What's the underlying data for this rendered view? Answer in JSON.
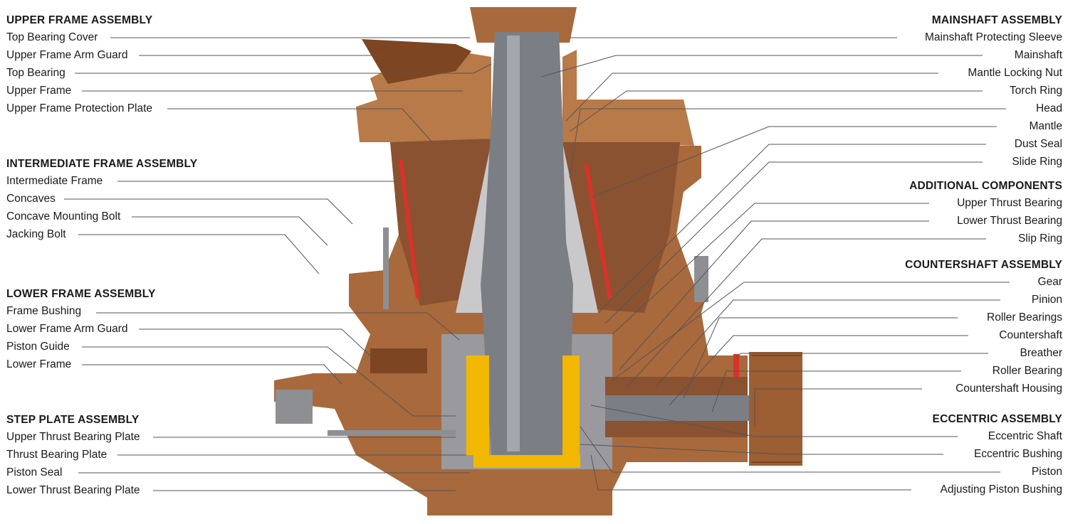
{
  "left_groups": [
    {
      "title": "UPPER  FRAME  ASSEMBLY",
      "items": [
        "Top Bearing Cover",
        "Upper Frame Arm Guard",
        "Top Bearing",
        "Upper Frame",
        "Upper Frame Protection Plate"
      ]
    },
    {
      "title": "INTERMEDIATE  FRAME ASSEMBLY",
      "items": [
        "Intermediate Frame",
        "Concaves",
        "Concave Mounting Bolt",
        "Jacking Bolt"
      ]
    },
    {
      "title": "LOWER FRAME ASSEMBLY",
      "items": [
        "Frame Bushing",
        "Lower Frame Arm Guard",
        "Piston Guide",
        "Lower Frame"
      ]
    },
    {
      "title": "STEP PLATE  ASSEMBLY",
      "items": [
        "Upper Thrust Bearing Plate",
        "Thrust Bearing Plate",
        "Piston Seal",
        "Lower Thrust Bearing Plate"
      ]
    }
  ],
  "right_groups": [
    {
      "title": "MAINSHAFT  ASSEMBLY",
      "items": [
        "Mainshaft Protecting Sleeve",
        "Mainshaft",
        "Mantle Locking Nut",
        "Torch Ring",
        "Head",
        "Mantle",
        "Dust Seal",
        "Slide Ring"
      ]
    },
    {
      "title": "ADDITIONAL COMPONENTS",
      "items": [
        "Upper Thrust  Bearing",
        "Lower Thrust  Bearing",
        "Slip Ring"
      ]
    },
    {
      "title": "COUNTERSHAFT  ASSEMBLY",
      "items": [
        "Gear",
        "Pinion",
        "Roller Bearings",
        "Countershaft",
        "Breather",
        "Roller Bearing",
        "Countershaft Housing"
      ]
    },
    {
      "title": "ECCENTRIC ASSEMBLY",
      "items": [
        "Eccentric Shaft",
        "Eccentric Bushing",
        "Piston",
        "Adjusting Piston Bushing"
      ]
    }
  ],
  "colors": {
    "frame_brown": "#a8693c",
    "frame_dark": "#7d4522",
    "frame_light": "#c99a6a",
    "shaft_grey": "#7b7e84",
    "cone_grey": "#c9c9cb",
    "bushing_yellow": "#f2b700",
    "liner_red": "#d8332a",
    "leader_line": "#555555"
  }
}
